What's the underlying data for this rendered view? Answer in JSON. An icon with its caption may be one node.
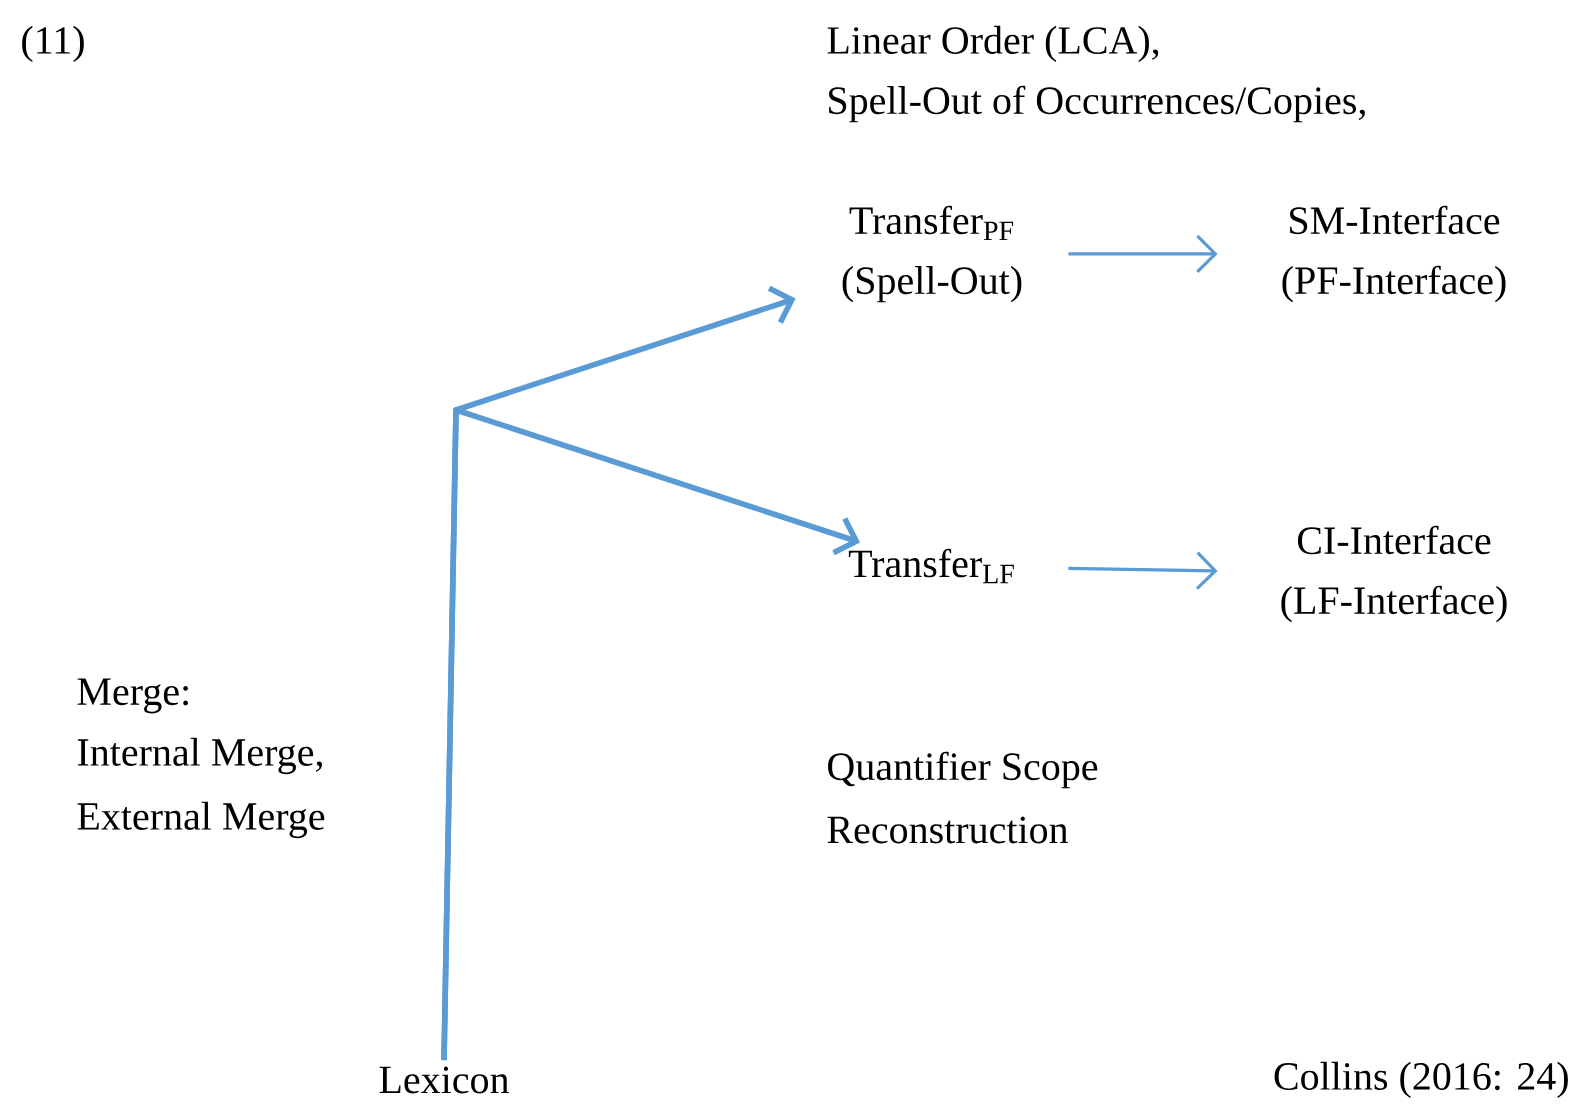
{
  "diagram": {
    "nodes": [
      {
        "text": [
          "Lexicon"
        ]
      },
      {
        "text": [
          "Transfer$_{PF}$ (Spell-Out)"
        ]
      },
      {
        "text": [
          "Transfer$_{LF}$"
        ]
      },
      {
        "text": [
          "SM-Interface (PF-Interface)"
        ]
      },
      {
        "text": [
          "CI-Interface (LF-Interface)"
        ]
      }
    ],
    "edges": [
      {
        "from": 0,
        "to": 1,
        "arrow": "to"
      },
      {
        "from": 0,
        "to": 2,
        "arrow": "to"
      },
      {
        "from": 1,
        "to": 3,
        "arrow": "to"
      },
      {
        "from": 2,
        "to": 4,
        "arrow": "to"
      }
    ],
    "labels": [
      "(11)",
      "Linear Order (LCA),",
      "Spell-Out of Occurrences/Copies,",
      "Merge:",
      "Internal Merge,",
      "External Merge",
      "Quantifier Scope",
      "Reconstruction",
      "Collins (2016: 24)"
    ]
  }
}
